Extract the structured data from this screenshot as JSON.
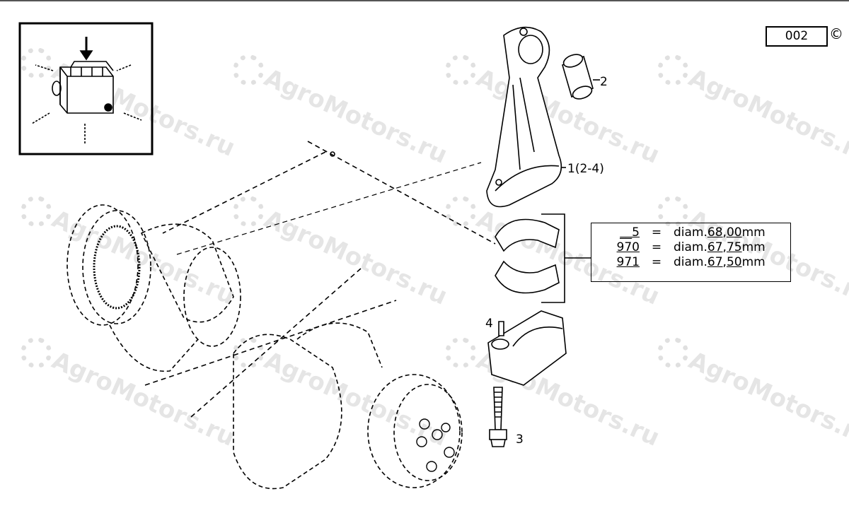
{
  "page_number": "002",
  "copyright_symbol": "©",
  "watermark": "AgroMotors.ru",
  "callouts": {
    "piston_pin_bush": "2",
    "connecting_rod": "1(2-4)",
    "dowel": "4",
    "bolt": "3"
  },
  "bearing_sizes": [
    {
      "code": "__5",
      "eq": "=",
      "prefix": "diam.",
      "int": "68",
      "sep": ",",
      "dec": "00",
      "unit": "mm"
    },
    {
      "code": "970",
      "eq": "=",
      "prefix": "diam.",
      "int": "67",
      "sep": ",",
      "dec": "75",
      "unit": "mm"
    },
    {
      "code": "971",
      "eq": "=",
      "prefix": "diam.",
      "int": "67",
      "sep": ",",
      "dec": "50",
      "unit": "mm"
    }
  ]
}
